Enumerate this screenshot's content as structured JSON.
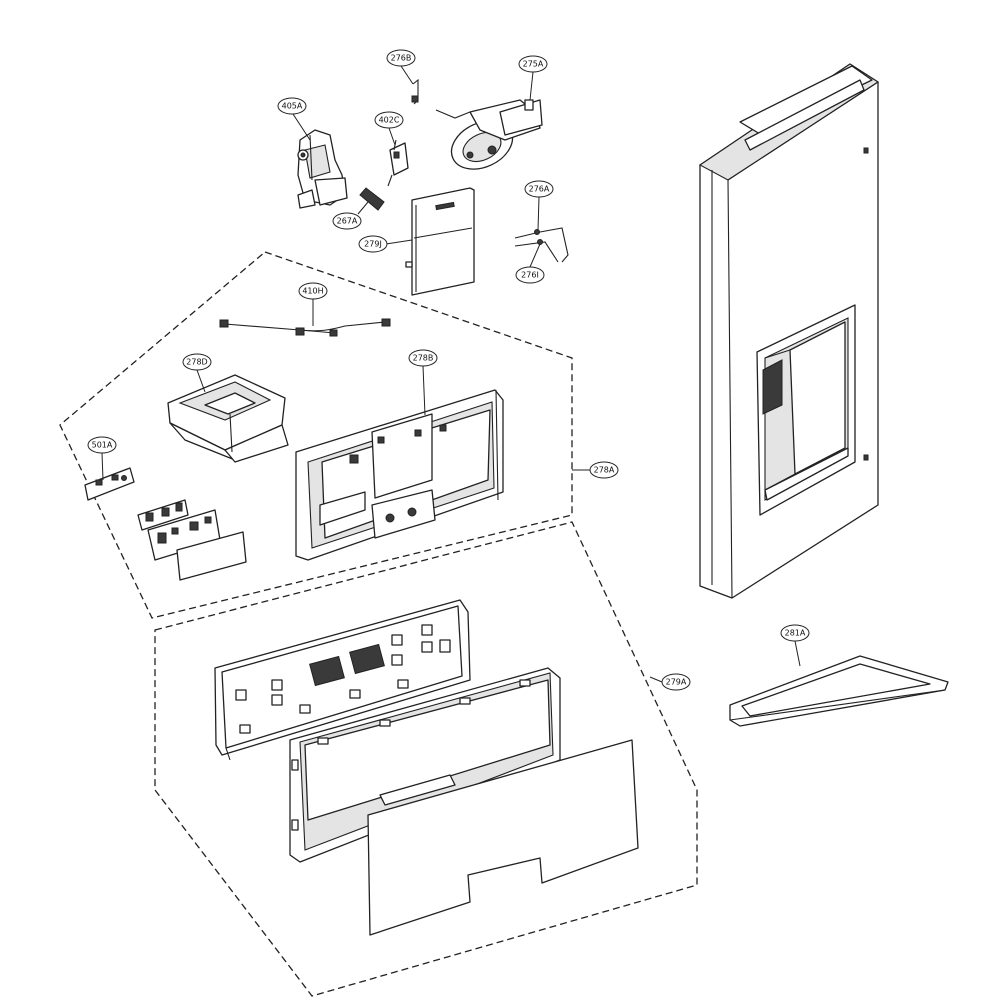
{
  "labels": {
    "l276B": "276B",
    "l275A": "275A",
    "l405A": "405A",
    "l402C": "402C",
    "l267A": "267A",
    "l279J": "279J",
    "l276A": "276A",
    "l276I": "276I",
    "l410H": "410H",
    "l278D": "278D",
    "l278B": "278B",
    "l501A": "501A",
    "l278A": "278A",
    "l279A": "279A",
    "l281A": "281A"
  },
  "colors": {
    "line": "#222222",
    "fill": "#ffffff",
    "shade": "#dddddd",
    "dark": "#333333"
  }
}
